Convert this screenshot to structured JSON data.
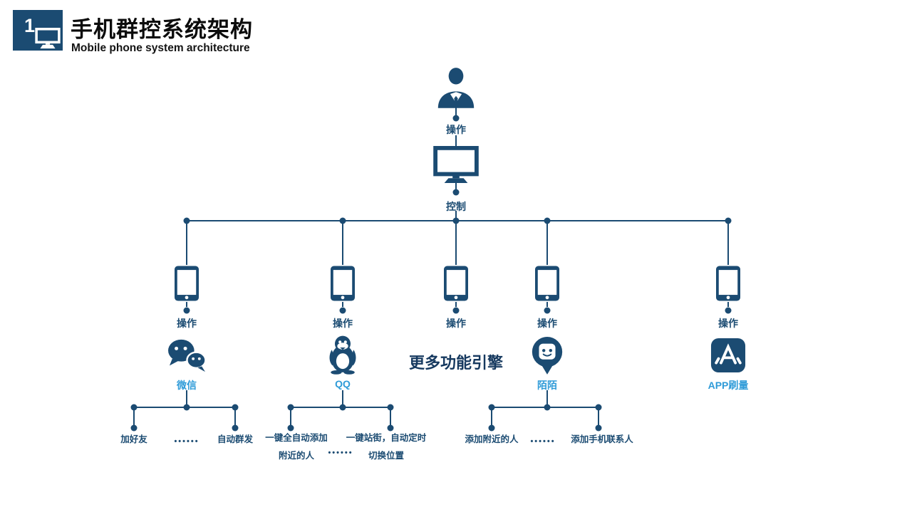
{
  "colors": {
    "primary": "#1B4B72",
    "accent": "#2F9BD8",
    "caption": "#16395F",
    "title": "#0B0B0B"
  },
  "header": {
    "badge_number": "1",
    "title": "手机群控系统架构",
    "subtitle": "Mobile phone system architecture"
  },
  "diagram": {
    "operator_label": "操作",
    "control_label": "控制",
    "caption": "更多功能引擎",
    "columns": [
      {
        "id": "wechat",
        "op_label": "操作",
        "app_label": "微信",
        "leaves": [
          {
            "text": "加好友"
          },
          {
            "text": "••••••"
          },
          {
            "text": "自动群发"
          }
        ]
      },
      {
        "id": "qq",
        "op_label": "操作",
        "app_label": "QQ",
        "leaves": [
          {
            "line1": "一键全自动添加",
            "line2": "附近的人"
          },
          {
            "text": "••••••"
          },
          {
            "line1": "一键站街，自动定时",
            "line2": "切换位置"
          }
        ]
      },
      {
        "id": "engine",
        "op_label": "操作"
      },
      {
        "id": "momo",
        "op_label": "操作",
        "app_label": "陌陌",
        "leaves": [
          {
            "text": "添加附近的人"
          },
          {
            "text": "••••••"
          },
          {
            "text": "添加手机联系人"
          }
        ]
      },
      {
        "id": "appstore",
        "op_label": "操作",
        "app_label": "APP刷量"
      }
    ]
  }
}
